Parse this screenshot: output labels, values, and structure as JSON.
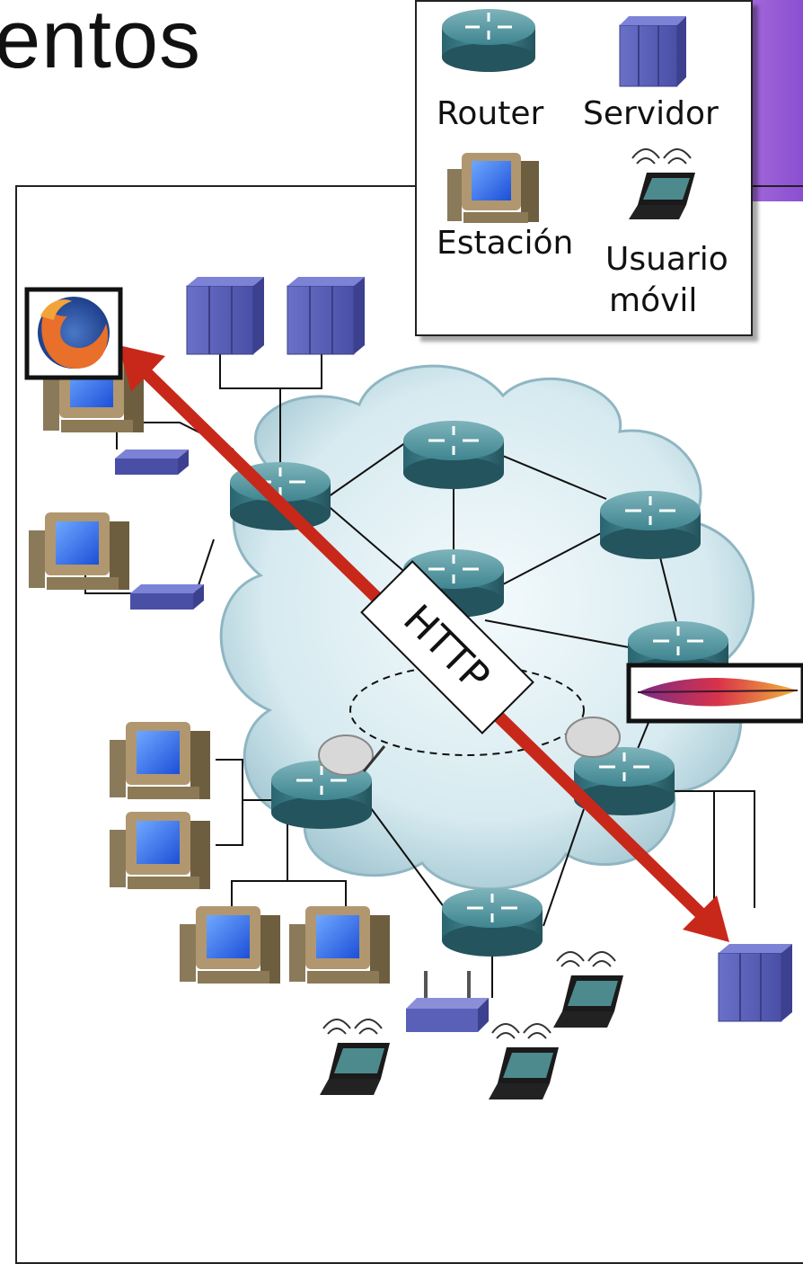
{
  "title": "entos",
  "legend": {
    "router": "Router",
    "server": "Servidor",
    "station": "Estación",
    "mobile_line1": "Usuario",
    "mobile_line2": "móvil"
  },
  "protocol_label": "HTTP",
  "colors": {
    "arrow": "#c8281a",
    "router": "#2f6f7a",
    "server": "#5a5fb8",
    "cloud": "#cfe6ee",
    "accent": "#9b5fd8"
  }
}
